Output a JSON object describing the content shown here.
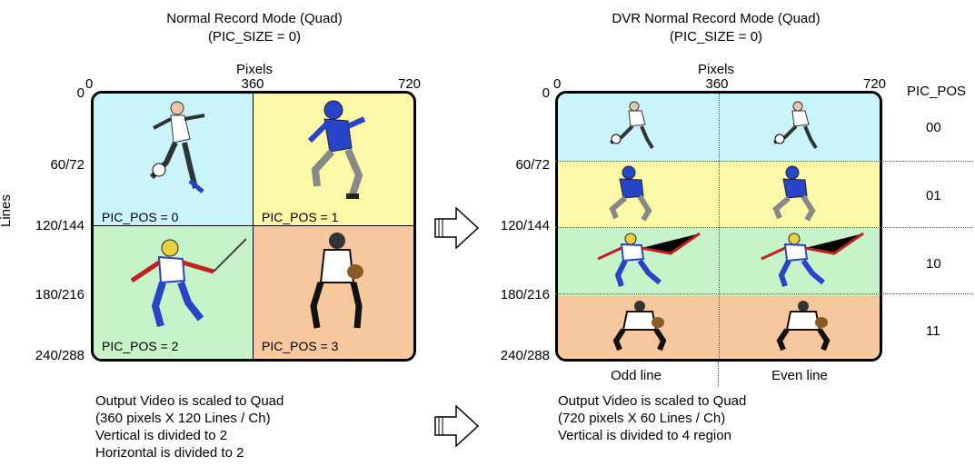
{
  "left": {
    "title": "Normal Record Mode (Quad)",
    "subtitle": "(PIC_SIZE = 0)",
    "pixels_label": "Pixels",
    "x_ticks": [
      "0",
      "360",
      "720"
    ],
    "y_ticks": [
      "0",
      "60/72",
      "120/144",
      "180/216",
      "240/288"
    ],
    "lines_label": "Lines",
    "cells": [
      {
        "label": "PIC_POS = 0",
        "color": "#c8f4fa"
      },
      {
        "label": "PIC_POS = 1",
        "color": "#fbf8a8"
      },
      {
        "label": "PIC_POS = 2",
        "color": "#c6f4c8"
      },
      {
        "label": "PIC_POS = 3",
        "color": "#f7c79e"
      }
    ],
    "notes": [
      "Output Video is scaled to Quad",
      "(360 pixels X 120 Lines / Ch)",
      "Vertical is divided to 2",
      "Horizontal is divided to 2"
    ]
  },
  "right": {
    "title": "DVR Normal Record Mode (Quad)",
    "subtitle": "(PIC_SIZE = 0)",
    "pixels_label": "Pixels",
    "x_ticks": [
      "0",
      "360",
      "720"
    ],
    "y_ticks": [
      "0",
      "60/72",
      "120/144",
      "180/216",
      "240/288"
    ],
    "pic_pos_header": "PIC_POS",
    "rows": [
      {
        "code": "00",
        "color": "#c8f4fa"
      },
      {
        "code": "01",
        "color": "#fbf8a8"
      },
      {
        "code": "10",
        "color": "#c6f4c8"
      },
      {
        "code": "11",
        "color": "#f7c79e"
      }
    ],
    "odd_label": "Odd line",
    "even_label": "Even line",
    "notes": [
      "Output Video is scaled to Quad",
      "(720 pixels X 60 Lines / Ch)",
      "Vertical is divided to 4 region"
    ]
  },
  "icons": [
    "soccer-player-icon",
    "football-player-icon",
    "skier-icon",
    "catcher-icon",
    "right-arrow-icon"
  ]
}
